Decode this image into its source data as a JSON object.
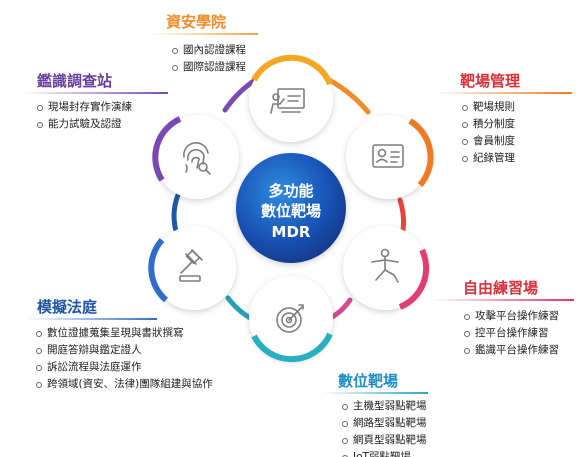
{
  "center": {
    "line1": "多功能",
    "line2": "數位靶場",
    "line3": "MDR"
  },
  "sections": {
    "academy": {
      "title": "資安學院",
      "color": "#f28c28",
      "items": [
        "國內認證課程",
        "國際認證課程"
      ]
    },
    "range_mgmt": {
      "title": "靶場管理",
      "color": "#d9323a",
      "items": [
        "靶場規則",
        "積分制度",
        "會員制度",
        "紀錄管理"
      ]
    },
    "free_practice": {
      "title": "自由練習場",
      "color": "#d9323a",
      "items": [
        "攻擊平台操作練習",
        "控平台操作練習",
        "鑑識平台操作練習"
      ]
    },
    "digital_range": {
      "title": "數位靶場",
      "color": "#1e8ec8",
      "items": [
        "主機型弱點靶場",
        "網路型弱點靶場",
        "網頁型弱點靶場",
        "IoT弱點靶場"
      ]
    },
    "mock_court": {
      "title": "模擬法庭",
      "color": "#2155a6",
      "items": [
        "數位證據蒐集呈現與書狀撰寫",
        "開庭答辯與鑑定證人",
        "訴訟流程與法庭運作",
        "跨領域(資安、法律)團隊組建與協作"
      ]
    },
    "forensics": {
      "title": "鑑識調查站",
      "color": "#6a3fa0",
      "items": [
        "現場封存實作演練",
        "能力試驗及認證"
      ]
    }
  },
  "icons": {
    "academy": "presentation-board-icon",
    "range_mgmt": "id-card-icon",
    "free_practice": "yoga-pose-icon",
    "digital_range": "target-icon",
    "mock_court": "gavel-icon",
    "forensics": "fingerprint-icon"
  }
}
